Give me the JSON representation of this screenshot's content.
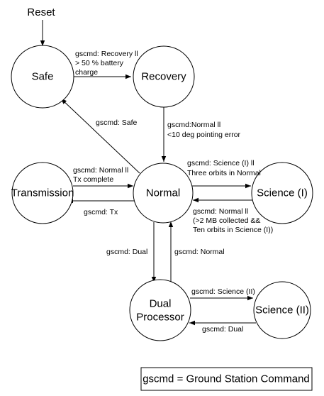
{
  "diagram": {
    "initial": "Reset",
    "states": {
      "safe": "Safe",
      "recovery": "Recovery",
      "normal": "Normal",
      "transmission": "Transmission",
      "science1": "Science (I)",
      "dual": [
        "Dual",
        "Processor"
      ],
      "science2": "Science (II)"
    },
    "transitions": {
      "safe_to_recovery": [
        "gscmd: Recovery ll",
        "> 50 % battery",
        "charge"
      ],
      "normal_to_safe": [
        "gscmd: Safe"
      ],
      "recovery_to_normal": [
        "gscmd:Normal ll",
        "<10 deg pointing error"
      ],
      "normal_to_science1": [
        "gscmd: Science (I) ll",
        "Three orbits in Normal"
      ],
      "science1_to_normal": [
        "gscmd: Normal ll",
        "(>2 MB collected &&",
        "Ten orbits in Science (I))"
      ],
      "transmission_to_normal": [
        "gscmd: Normal ll",
        "Tx complete"
      ],
      "normal_to_transmission": [
        "gscmd: Tx"
      ],
      "normal_to_dual": [
        "gscmd: Dual"
      ],
      "dual_to_normal": [
        "gscmd: Normal"
      ],
      "dual_to_science2": [
        "gscmd: Science (II)"
      ],
      "science2_to_dual": [
        "gscmd: Dual"
      ]
    },
    "legend": "gscmd = Ground Station Command"
  }
}
